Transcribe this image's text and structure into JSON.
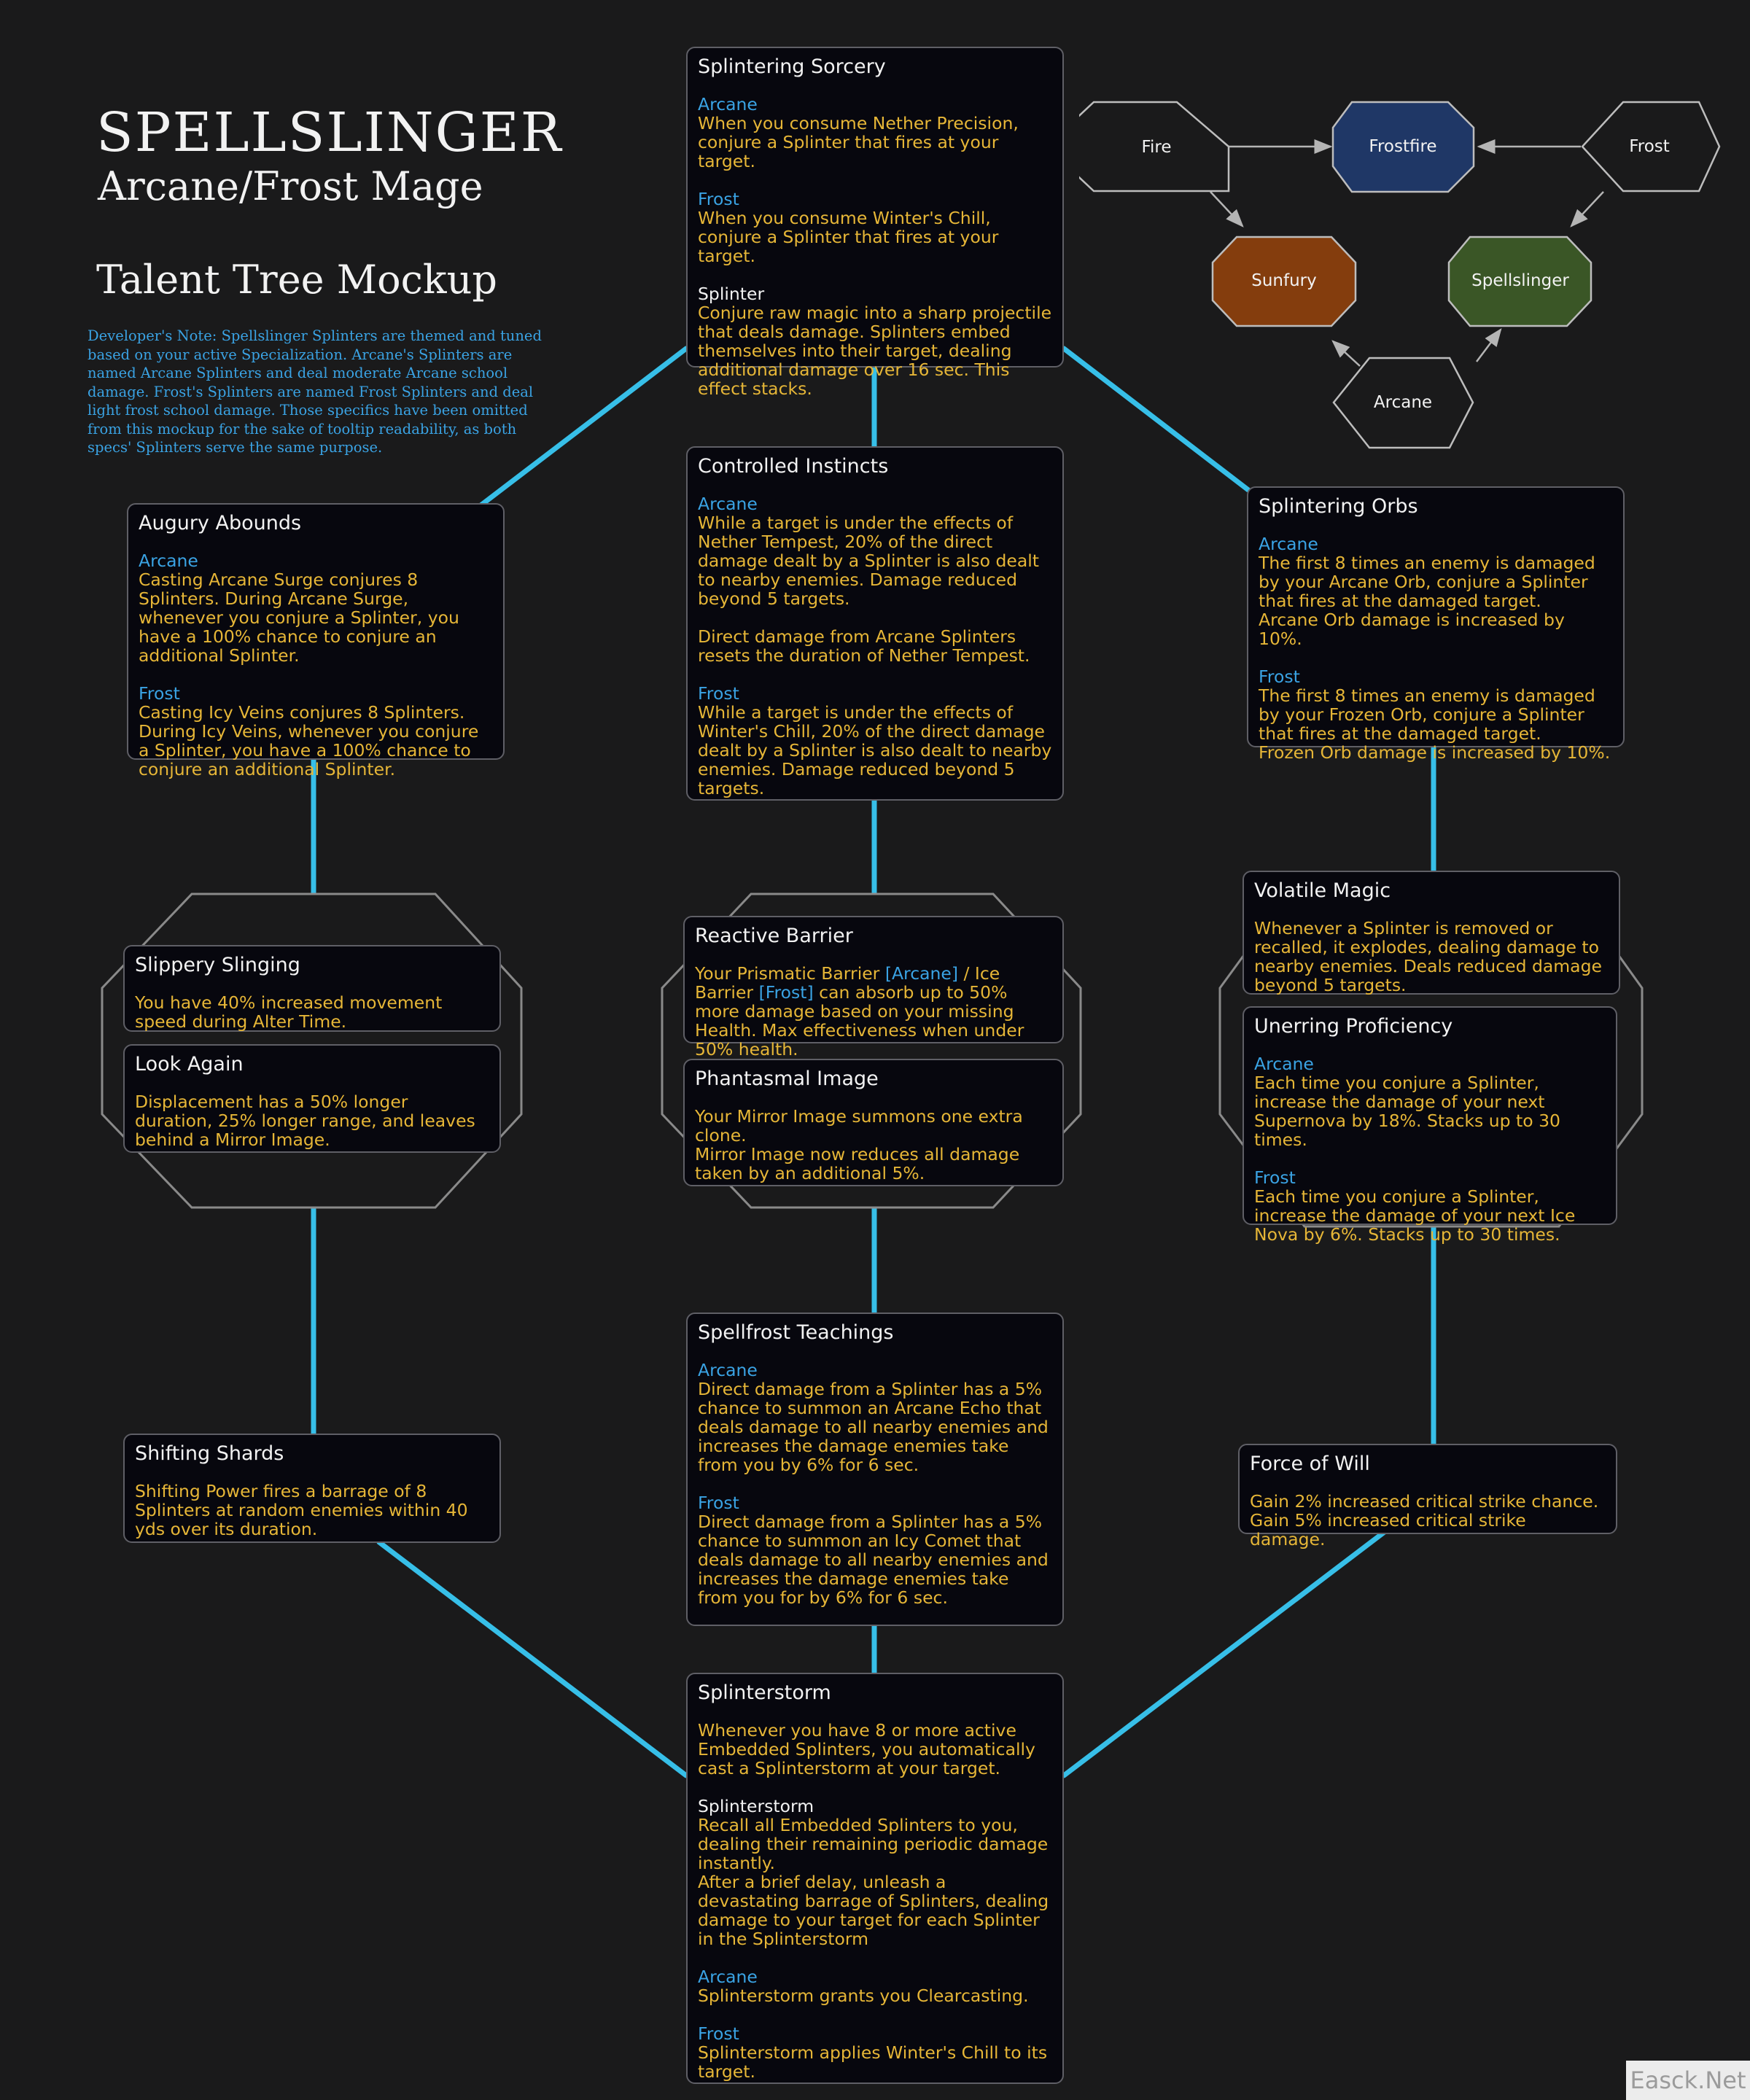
{
  "header": {
    "title": "SPELLSLINGER",
    "subtitle": "Arcane/Frost Mage",
    "mockup_title": "Talent Tree Mockup",
    "developer_note": "Developer's Note: Spellslinger Splinters are themed and tuned based on your active Specialization.\nArcane's Splinters are named Arcane Splinters and deal moderate Arcane school damage. Frost's Splinters are named Frost Splinters and deal light frost school damage. Those specifics have been omitted from this mockup for the sake of tooltip readability, as both specs' Splinters serve the same purpose."
  },
  "colors": {
    "background": "#1a1a1b",
    "card_bg": "#07070e",
    "card_border": "#5f5f66",
    "connector": "#37bfe8",
    "school_label": "#3aa3e4",
    "description": "#e6b637",
    "title": "#f2f2f2",
    "frostfire": "#1f3766",
    "sunfury": "#843d0d",
    "spellslinger": "#3a5626",
    "choice_node_border": "#8a8a8a"
  },
  "talents": {
    "splintering_sorcery": {
      "title": "Splintering Sorcery",
      "sections": [
        {
          "label": "Arcane",
          "kind": "arcane",
          "text": "When you consume Nether Precision, conjure a Splinter that fires at your target."
        },
        {
          "label": "Frost",
          "kind": "frost",
          "text": "When you consume Winter's Chill, conjure a Splinter that fires at your target."
        },
        {
          "label": "Splinter",
          "kind": "plain",
          "text": "Conjure raw magic into a sharp projectile that deals damage. Splinters embed themselves into their target, dealing additional damage over 16 sec. This effect stacks."
        }
      ]
    },
    "augury_abounds": {
      "title": "Augury Abounds",
      "sections": [
        {
          "label": "Arcane",
          "kind": "arcane",
          "text": "Casting Arcane Surge conjures 8 Splinters. During Arcane Surge, whenever you conjure a Splinter, you have a 100% chance to conjure an additional Splinter."
        },
        {
          "label": "Frost",
          "kind": "frost",
          "text": "Casting Icy Veins conjures 8 Splinters. During Icy Veins, whenever you conjure a Splinter, you have a 100% chance to conjure an additional Splinter."
        }
      ]
    },
    "controlled_instincts": {
      "title": "Controlled Instincts",
      "sections": [
        {
          "label": "Arcane",
          "kind": "arcane",
          "text": "While a target is under the effects of Nether Tempest, 20% of the direct damage dealt by a Splinter is also dealt to nearby enemies. Damage reduced beyond 5 targets."
        },
        {
          "label": "",
          "kind": "plain",
          "text": "Direct damage from Arcane Splinters resets the duration of Nether Tempest."
        },
        {
          "label": "Frost",
          "kind": "frost",
          "text": "While a target is under the effects of Winter's Chill, 20% of the direct damage dealt by a Splinter is also dealt to nearby enemies. Damage reduced beyond 5 targets."
        }
      ]
    },
    "splintering_orbs": {
      "title": "Splintering Orbs",
      "sections": [
        {
          "label": "Arcane",
          "kind": "arcane",
          "text": "The first 8 times an enemy is damaged by your Arcane Orb, conjure a Splinter that fires at the damaged target.\nArcane Orb damage is increased by 10%."
        },
        {
          "label": "Frost",
          "kind": "frost",
          "text": "The first 8 times an enemy is damaged by your Frozen Orb, conjure a Splinter that fires at the damaged target.\nFrozen Orb damage is increased by 10%."
        }
      ]
    },
    "slippery_slinging": {
      "title": "Slippery Slinging",
      "sections": [
        {
          "label": "",
          "kind": "plain",
          "text": "You have 40% increased movement speed during Alter Time."
        }
      ]
    },
    "look_again": {
      "title": "Look Again",
      "sections": [
        {
          "label": "",
          "kind": "plain",
          "text": "Displacement has a 50% longer duration, 25% longer range, and leaves behind a Mirror Image."
        }
      ]
    },
    "reactive_barrier": {
      "title": "Reactive Barrier",
      "text_prefix": "Your Prismatic Barrier ",
      "tag_arcane": "[Arcane]",
      "text_mid": " / Ice Barrier ",
      "tag_frost": "[Frost]",
      "text_suffix": " can absorb up to 50% more damage based on your missing Health. Max effectiveness when under 50% health."
    },
    "phantasmal_image": {
      "title": "Phantasmal Image",
      "sections": [
        {
          "label": "",
          "kind": "plain",
          "text": "Your Mirror Image summons one extra clone.\nMirror Image now reduces all damage taken by an additional 5%."
        }
      ]
    },
    "volatile_magic": {
      "title": "Volatile Magic",
      "sections": [
        {
          "label": "",
          "kind": "plain",
          "text": "Whenever a Splinter is removed or recalled, it explodes, dealing damage to nearby enemies. Deals reduced damage beyond 5 targets."
        }
      ]
    },
    "unerring_proficiency": {
      "title": "Unerring Proficiency",
      "sections": [
        {
          "label": "Arcane",
          "kind": "arcane",
          "text": "Each time you conjure a Splinter, increase the damage of your next Supernova by 18%. Stacks up to 30 times."
        },
        {
          "label": "Frost",
          "kind": "frost",
          "text": "Each time you conjure a Splinter, increase the damage of your next Ice Nova by 6%. Stacks up to 30 times."
        }
      ]
    },
    "spellfrost_teachings": {
      "title": "Spellfrost Teachings",
      "sections": [
        {
          "label": "Arcane",
          "kind": "arcane",
          "text": "Direct damage from a Splinter has a 5% chance to summon an Arcane Echo that deals damage to all nearby enemies and increases the damage enemies take from you by 6% for 6 sec."
        },
        {
          "label": "Frost",
          "kind": "frost",
          "text": "Direct damage from a Splinter has a 5% chance to summon an Icy Comet that deals damage to all nearby enemies and increases the damage enemies take from you for by 6% for 6 sec."
        }
      ]
    },
    "shifting_shards": {
      "title": "Shifting Shards",
      "sections": [
        {
          "label": "",
          "kind": "plain",
          "text": "Shifting Power fires a barrage of 8 Splinters at random enemies within 40 yds over its duration."
        }
      ]
    },
    "force_of_will": {
      "title": "Force of Will",
      "sections": [
        {
          "label": "",
          "kind": "plain",
          "text": "Gain 2% increased critical strike chance.\nGain 5% increased critical strike damage."
        }
      ]
    },
    "splinterstorm": {
      "title": "Splinterstorm",
      "sections": [
        {
          "label": "",
          "kind": "plain",
          "text": "Whenever you have 8 or more active Embedded Splinters, you automatically cast a Splinterstorm at your target."
        },
        {
          "label": "Splinterstorm",
          "kind": "plain",
          "text": "Recall all Embedded Splinters to you, dealing their remaining periodic damage instantly.\nAfter a brief delay, unleash a devastating barrage of Splinters, dealing damage to your target for each Splinter in the Splinterstorm"
        },
        {
          "label": "Arcane",
          "kind": "arcane",
          "text": "Splinterstorm grants you Clearcasting."
        },
        {
          "label": "Frost",
          "kind": "frost",
          "text": "Splinterstorm applies Winter's Chill to its target."
        }
      ]
    }
  },
  "hero_map": {
    "fire": "Fire",
    "frostfire": "Frostfire",
    "frost": "Frost",
    "sunfury": "Sunfury",
    "spellslinger": "Spellslinger",
    "arcane": "Arcane"
  },
  "watermark": "Easck.Net"
}
